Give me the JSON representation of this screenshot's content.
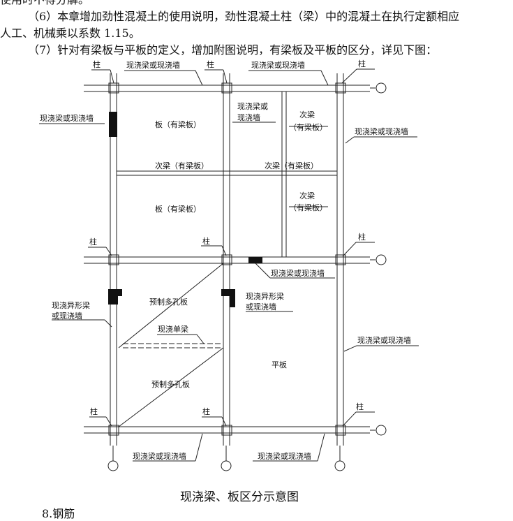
{
  "document": {
    "line_prev": "使用时不得分解。",
    "para6_line1": "（6）本章增加劲性混凝土的使用说明，劲性混凝土柱（梁）中的混凝土在执行定额相应",
    "para6_line2": "人工、机械乘以系数 1.15。",
    "para7": "（7）针对有梁板与平板的定义，增加附图说明，有梁板及平板的区分，详见下图：",
    "caption": "现浇梁、板区分示意图",
    "next_line": "8.钢筋"
  },
  "diagram": {
    "labels": {
      "column": "柱",
      "cast_beam_or_wall": "现浇梁或现浇墙",
      "cast_beam_or": "现浇梁或",
      "cast_wall": "现浇墙",
      "slab_beam": "板（有梁板）",
      "secondary_beam_inline": "次梁（有梁板）",
      "secondary_beam": "次梁",
      "with_beam_slab": "（有梁板）",
      "cast_irregular_beam": "现浇异形梁",
      "or_cast_wall": "或现浇墙",
      "precast_hollow": "预制多孔板",
      "cast_single_beam": "现浇单梁",
      "flat_slab": "平板"
    }
  }
}
